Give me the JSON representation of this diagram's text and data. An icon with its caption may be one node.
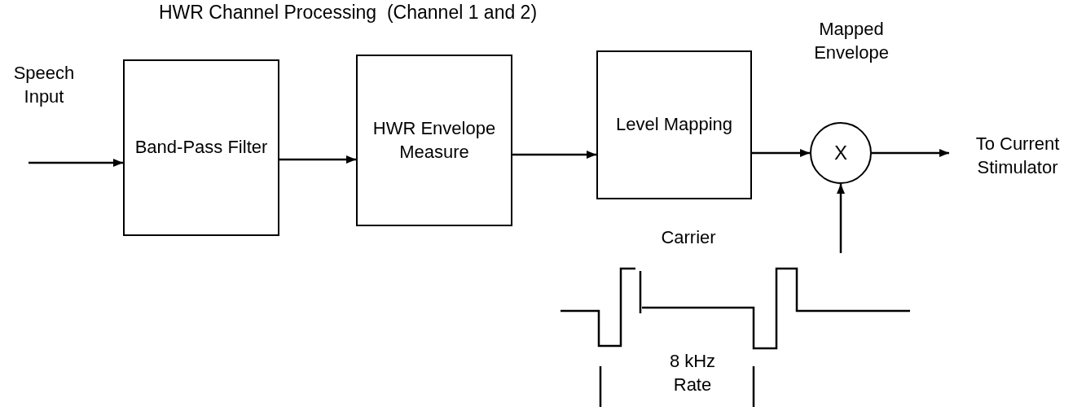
{
  "diagram": {
    "title": "HWR Channel Processing  (Channel 1 and 2)",
    "nodes": [
      {
        "text": [
          "Band-Pass Filter"
        ]
      },
      {
        "text": [
          "HWR Envelope Measure"
        ]
      },
      {
        "text": [
          "Level Mapping"
        ]
      },
      {
        "text": [
          "X"
        ]
      },
      {
        "text": [
          "To Current Stimulator"
        ]
      },
      {
        "text": [],
        "shape": "picture"
      }
    ],
    "edges": [
      {
        "from": null,
        "to": 0,
        "arrow": "to"
      },
      {
        "from": 0,
        "to": 1,
        "arrow": "to"
      },
      {
        "from": 1,
        "to": 2,
        "arrow": "to"
      },
      {
        "from": 2,
        "to": 3,
        "arrow": "to"
      },
      {
        "from": 3,
        "to": 4,
        "arrow": "to"
      },
      {
        "from": 5,
        "to": 3,
        "arrow": "to"
      }
    ],
    "labels": [
      "Speech Input",
      "Mapped Envelope",
      "Carrier",
      "8 kHz Rate"
    ]
  }
}
